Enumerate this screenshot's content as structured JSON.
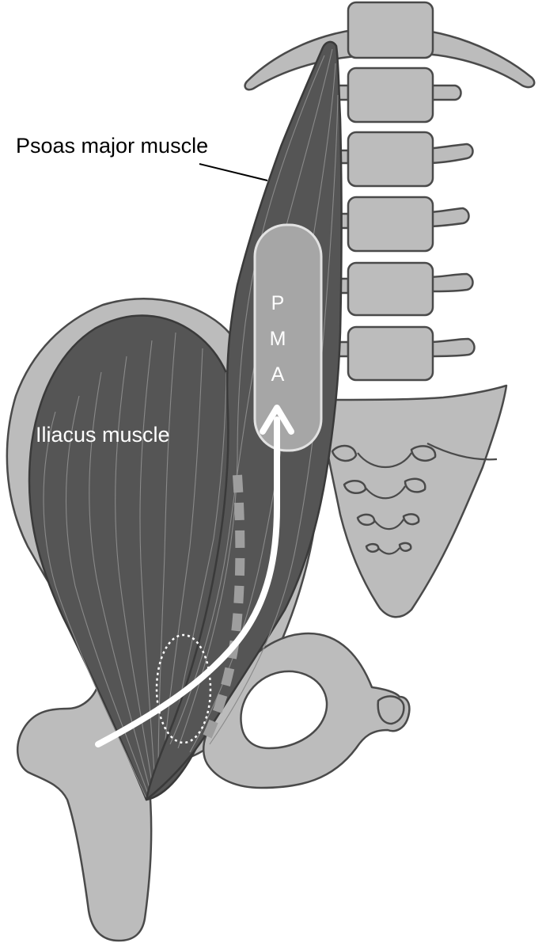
{
  "labels": {
    "psoas": "Psoas major muscle",
    "iliacus": "Iliacus muscle",
    "pma": [
      "P",
      "M",
      "A"
    ]
  },
  "colors": {
    "bone": "#bcbcbc",
    "bone_outline": "#4a4a4a",
    "muscle": "#555555",
    "muscle_fiber": "#8a8a8a",
    "pma_box": "#a6a6a6",
    "arrow": "#ffffff",
    "dashed_path": "#9e9e9e"
  }
}
